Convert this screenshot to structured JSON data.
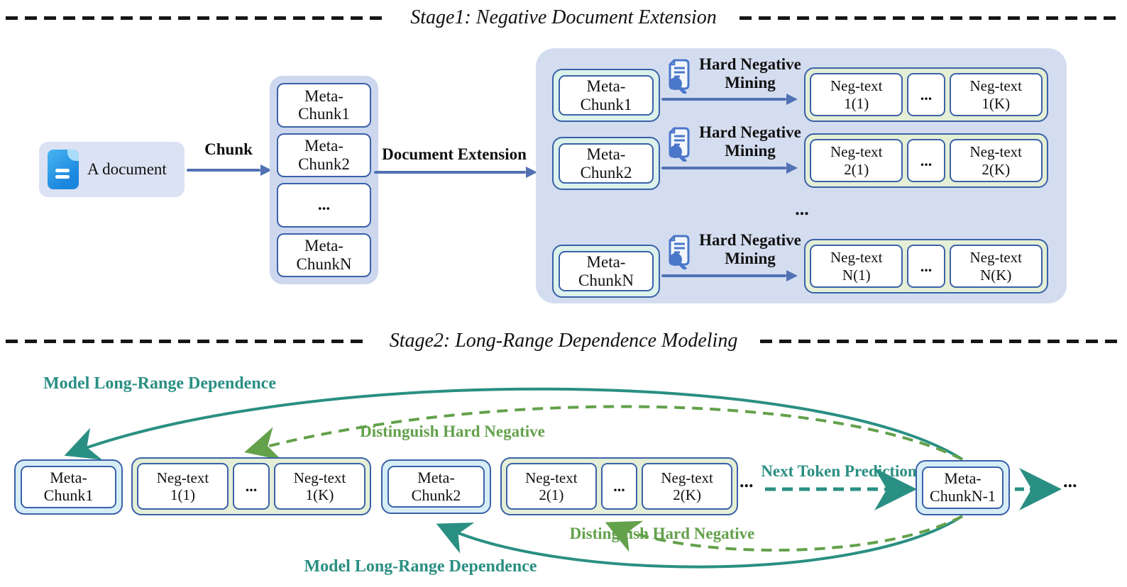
{
  "stage1": {
    "title": "Stage1: Negative Document Extension",
    "document": {
      "label": "A document"
    },
    "chunk_arrow_label": "Chunk",
    "extension_arrow_label": "Document Extension",
    "stack": {
      "items": [
        "Meta-\nChunk1",
        "Meta-\nChunk2",
        "...",
        "Meta-\nChunkN"
      ]
    },
    "mining_label": "Hard Negative\nMining",
    "rows": [
      {
        "chunk": "Meta-\nChunk1",
        "neg_first": "Neg-text\n1(1)",
        "dots": "...",
        "neg_last": "Neg-text\n1(K)"
      },
      {
        "chunk": "Meta-\nChunk2",
        "neg_first": "Neg-text\n2(1)",
        "dots": "...",
        "neg_last": "Neg-text\n2(K)"
      },
      {
        "chunk": "Meta-\nChunkN",
        "neg_first": "Neg-text\nN(1)",
        "dots": "...",
        "neg_last": "Neg-text\nN(K)"
      }
    ],
    "rows_ellipsis": "..."
  },
  "stage2": {
    "title": "Stage2: Long-Range Dependence Modeling",
    "labels": {
      "model_long_range_top": "Model Long-Range Dependence",
      "distinguish_top": "Distinguish Hard Negative",
      "next_token": "Next Token Prediction",
      "distinguish_bottom": "Distinguish Hard Negative",
      "model_long_range_bottom": "Model Long-Range Dependence"
    },
    "sequence": {
      "chunk1": "Meta-\nChunk1",
      "neg1_first": "Neg-text\n1(1)",
      "neg1_dots": "...",
      "neg1_last": "Neg-text\n1(K)",
      "chunk2": "Meta-\nChunk2",
      "neg2_first": "Neg-text\n2(1)",
      "neg2_dots": "...",
      "neg2_last": "Neg-text\n2(K)",
      "ellipsis_mid": "...",
      "chunkN1": "Meta-\nChunkN-1",
      "ellipsis_end": "..."
    }
  },
  "colors": {
    "arrow_blue": "#5272b4",
    "box_border": "#3a61a9",
    "container_bg": "#d4ddf0",
    "mint_fill": "#dcf2ea",
    "cyan_fill": "#d6edf6",
    "green_fill": "#e4efd5",
    "teal_accent": "#2a8f83",
    "green_accent": "#63a14b"
  }
}
